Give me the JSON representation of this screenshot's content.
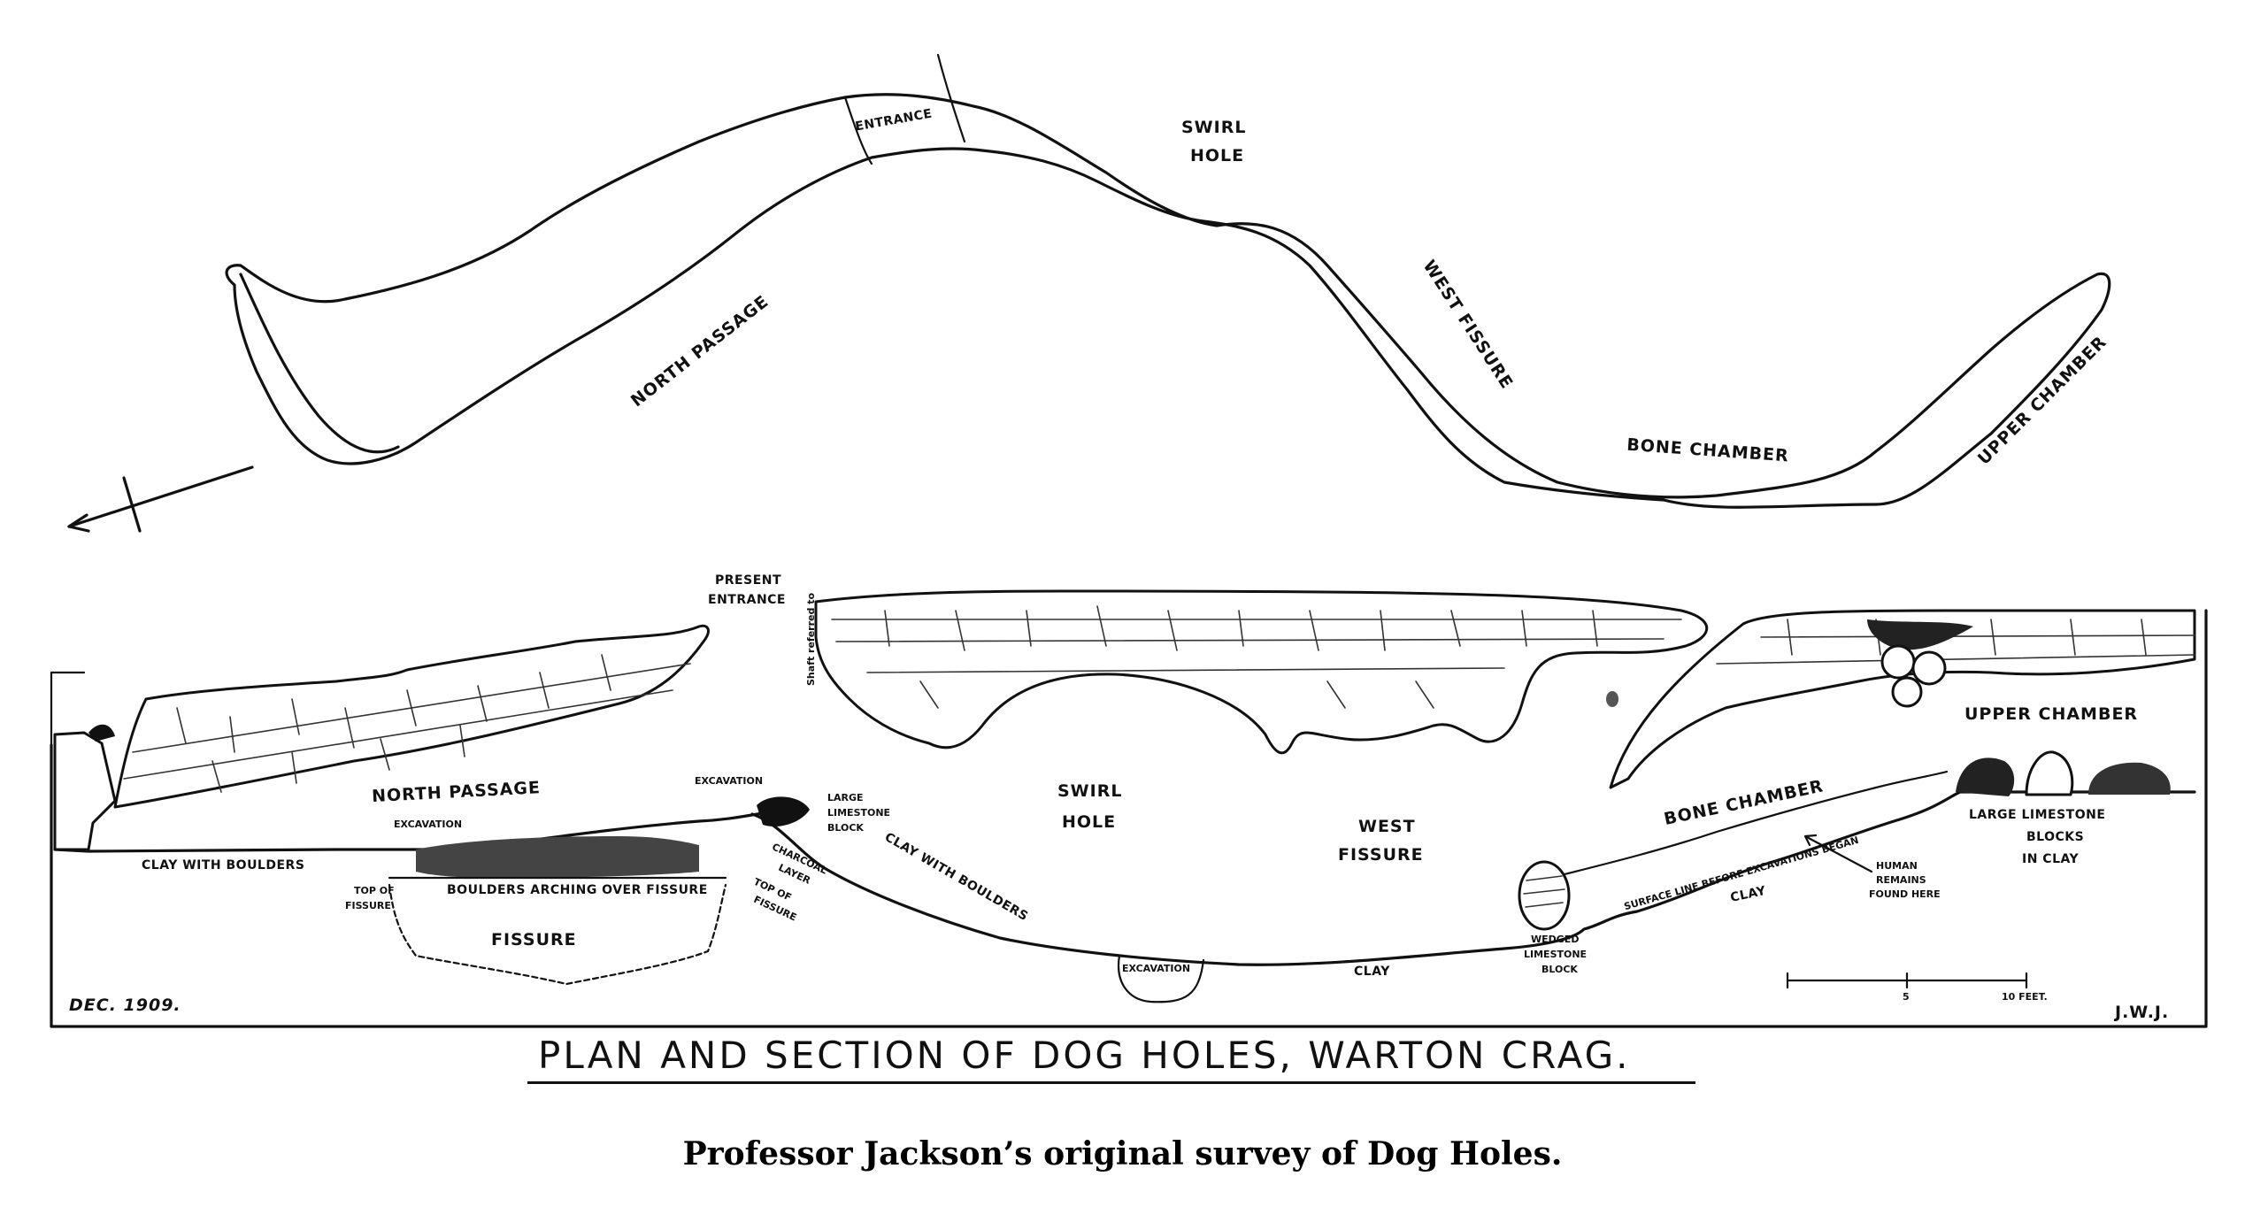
{
  "plan": {
    "labels": {
      "entrance": "ENTRANCE",
      "swirl_hole_1": "SWIRL",
      "swirl_hole_2": "HOLE",
      "north_passage": "NORTH PASSAGE",
      "west_fissure": "WEST FISSURE",
      "bone_chamber": "BONE CHAMBER",
      "upper_chamber": "UPPER CHAMBER"
    }
  },
  "section": {
    "labels": {
      "present_entrance_1": "PRESENT",
      "present_entrance_2": "ENTRANCE",
      "shaft": "Shaft referred to",
      "north_passage": "NORTH PASSAGE",
      "excavation_top": "EXCAVATION",
      "excavation_left": "EXCAVATION",
      "large_block_1": "LARGE",
      "large_block_2": "LIMESTONE",
      "large_block_3": "BLOCK",
      "clay_with_boulders_left": "CLAY WITH BOULDERS",
      "top_of_fissure_left_1": "TOP OF",
      "top_of_fissure_left_2": "FISSURE",
      "boulders_arching": "BOULDERS ARCHING OVER FISSURE",
      "fissure": "FISSURE",
      "charcoal_1": "CHARCOAL",
      "charcoal_2": "LAYER",
      "top_of_fissure_right_1": "TOP OF",
      "top_of_fissure_right_2": "FISSURE",
      "clay_with_boulders_right": "CLAY WITH BOULDERS",
      "swirl_hole_1": "SWIRL",
      "swirl_hole_2": "HOLE",
      "west_fissure_1": "WEST",
      "west_fissure_2": "FISSURE",
      "excavation_bottom": "EXCAVATION",
      "clay_bottom": "CLAY",
      "wedged_block_1": "WEDGED",
      "wedged_block_2": "LIMESTONE",
      "wedged_block_3": "BLOCK",
      "bone_chamber": "BONE CHAMBER",
      "surface_line": "SURFACE LINE BEFORE EXCAVATIONS BEGAN",
      "clay_right": "CLAY",
      "human_remains_1": "HUMAN",
      "human_remains_2": "REMAINS",
      "human_remains_3": "FOUND HERE",
      "upper_chamber": "UPPER CHAMBER",
      "large_blocks_1": "LARGE LIMESTONE",
      "large_blocks_2": "BLOCKS",
      "large_blocks_3": "IN CLAY",
      "date": "DEC. 1909.",
      "initials": "J.W.J.",
      "scale_mid": "5",
      "scale_end": "10 FEET."
    }
  },
  "title": "PLAN AND SECTION OF DOG HOLES,  WARTON CRAG.",
  "caption": "Professor Jackson’s original survey of Dog Holes.",
  "colors": {
    "ink": "#111111",
    "paper": "#ffffff"
  }
}
